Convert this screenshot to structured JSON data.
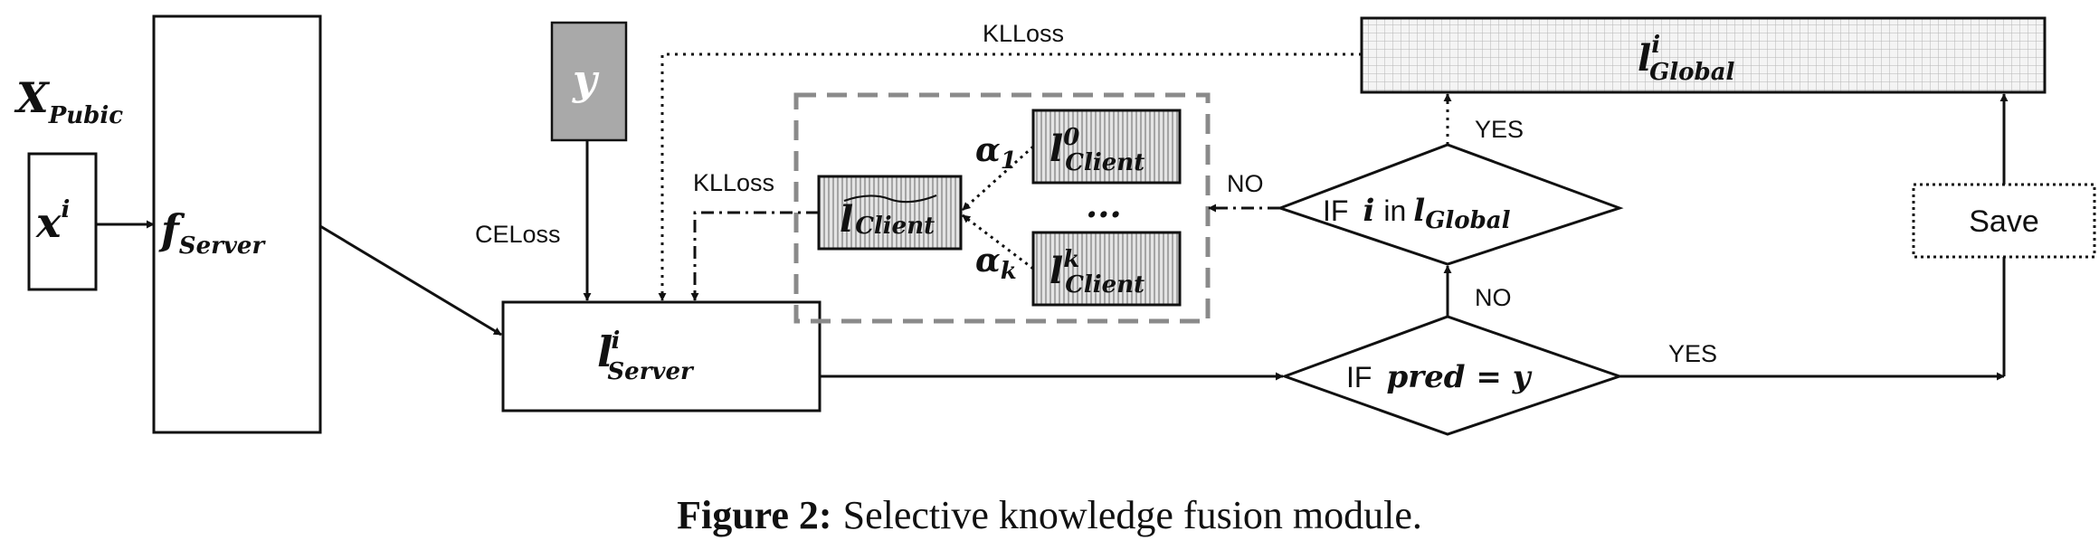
{
  "diagram": {
    "inputs": {
      "x_public": {
        "main": "X",
        "sub": "Pubic"
      },
      "x_i": {
        "main": "x",
        "sup": "i"
      }
    },
    "server_model": {
      "main": "f",
      "sub": "Server"
    },
    "label_y": {
      "main": "y"
    },
    "server_logit": {
      "main": "l",
      "sup": "i",
      "sub": "Server"
    },
    "client_avg": {
      "main": "l",
      "sub": "Client"
    },
    "client_logit_0": {
      "main": "l",
      "sup": "0",
      "sub": "Client"
    },
    "client_logit_k": {
      "main": "l",
      "sup": "k",
      "sub": "Client"
    },
    "ellipsis": "...",
    "alpha_1": {
      "main": "α",
      "sub": "1"
    },
    "alpha_k": {
      "main": "α",
      "sub": "k"
    },
    "global_logit": {
      "main": "l",
      "sup": "i",
      "sub": "Global"
    },
    "decision_pred": {
      "prefix": "IF",
      "expr": "pred = y"
    },
    "decision_in_global": {
      "prefix": "IF",
      "var": "i",
      "in": "in",
      "main": "l",
      "sub": "Global"
    },
    "save_label": "Save",
    "edge_labels": {
      "ce_loss": "CELoss",
      "kl_loss_top": "KLLoss",
      "kl_loss_clients": "KLLoss",
      "yes_save": "YES",
      "no_check": "NO",
      "no_clients": "NO",
      "yes_global": "YES"
    }
  },
  "caption": {
    "label": "Figure 2:",
    "text": "Selective knowledge fusion module."
  },
  "colors": {
    "stroke": "#111111",
    "dashed_group": "#8a8a8a",
    "y_fill": "#a9a9a9",
    "hatch_fill": "#d8d8d8"
  }
}
